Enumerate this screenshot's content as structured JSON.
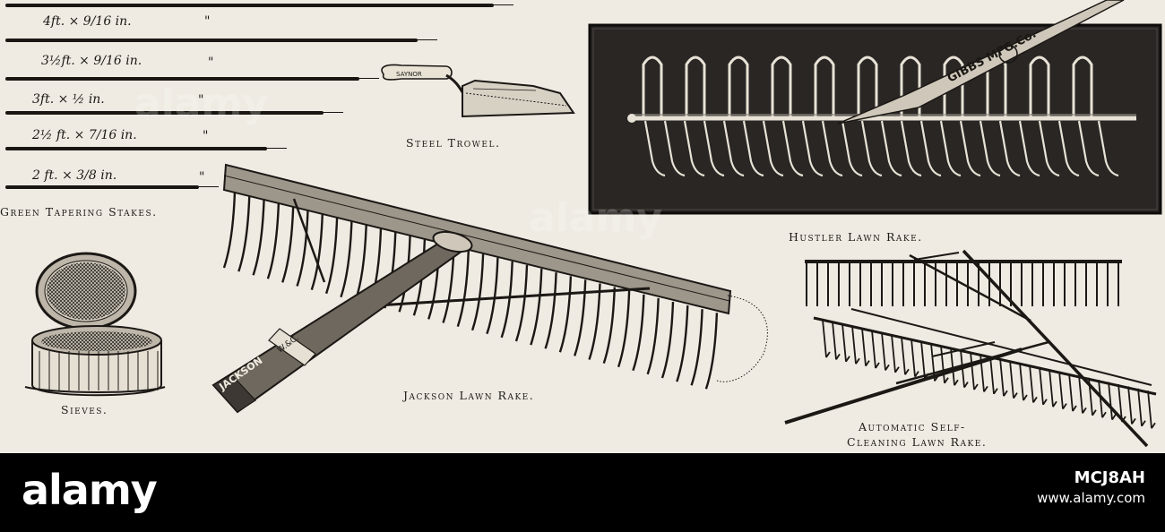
{
  "stakes": {
    "caption": "Green Tapering Stakes.",
    "sizes": [
      {
        "label": "4ft. × 9/16 in.",
        "mark": "\""
      },
      {
        "label": "3½ft. × 9/16 in.",
        "mark": "\""
      },
      {
        "label": "3ft. × ½ in.",
        "mark": "\""
      },
      {
        "label": "2½ ft. × 7/16 in.",
        "mark": "\""
      },
      {
        "label": "2 ft. × 3/8 in.",
        "mark": "\""
      }
    ]
  },
  "trowel": {
    "caption": "Steel Trowel.",
    "stamp": "SAYNOR"
  },
  "hustler": {
    "caption": "Hustler Lawn Rake.",
    "handle_text": "GIBBS MFG.Co."
  },
  "jackson": {
    "caption": "Jackson Lawn Rake.",
    "handle_text": "JACKSON",
    "collar_text": "W.&C."
  },
  "sieves": {
    "caption": "Sieves."
  },
  "automatic": {
    "caption_line1": "Automatic Self-",
    "caption_line2": "Cleaning Lawn Rake."
  },
  "footer": {
    "brand": "alamy",
    "watermark": "alamy",
    "image_id": "MCJ8AH",
    "site": "www.alamy.com"
  },
  "colors": {
    "paper": "#efebe2",
    "ink": "#1b1815",
    "footer": "#000000"
  }
}
